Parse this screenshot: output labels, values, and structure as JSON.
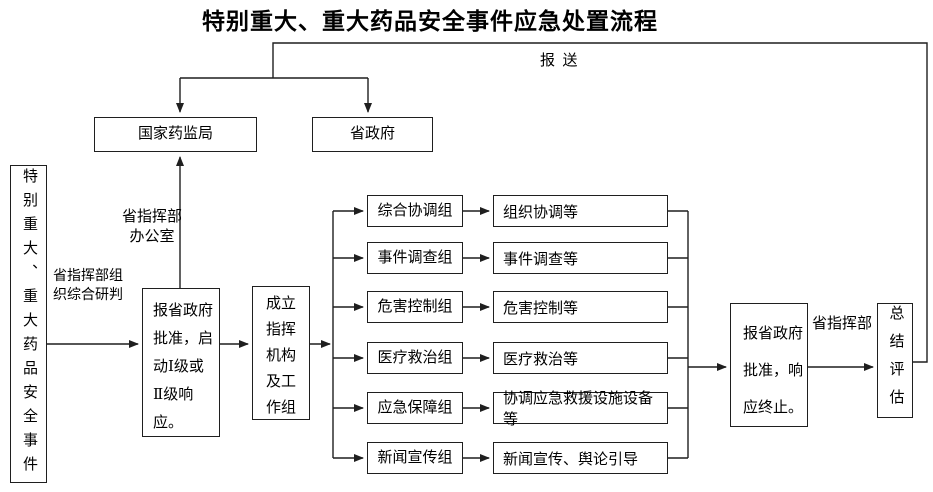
{
  "title": "特别重大、重大药品安全事件应急处置流程",
  "event_box": {
    "text": "特别重大、重大药品安全事件"
  },
  "report_label": "报  送",
  "top_boxes": {
    "nmpa": "国家药监局",
    "gov": "省政府"
  },
  "office_label": {
    "line1": "省指挥部",
    "line2": "办公室"
  },
  "research_label": {
    "line1": "省指挥部组",
    "line2": "织综合研判"
  },
  "start_box": {
    "lines": [
      "报省政府",
      "批准，启",
      "动Ⅰ级或",
      "Ⅱ级响",
      "应。"
    ]
  },
  "setup_box": {
    "lines": [
      "成立",
      "指挥",
      "机构",
      "及工",
      "作组"
    ]
  },
  "groups": [
    {
      "name": "综合协调组",
      "duty": "组织协调等"
    },
    {
      "name": "事件调查组",
      "duty": "事件调查等"
    },
    {
      "name": "危害控制组",
      "duty": "危害控制等"
    },
    {
      "name": "医疗救治组",
      "duty": "医疗救治等"
    },
    {
      "name": "应急保障组",
      "duty": "协调应急救援设施设备等"
    },
    {
      "name": "新闻宣传组",
      "duty": "新闻宣传、舆论引导"
    }
  ],
  "end_box": {
    "lines": [
      "报省政府",
      "批准，响",
      "应终止。"
    ]
  },
  "hq_label": "省指挥部",
  "summary_box": {
    "text": "总结评估"
  },
  "colors": {
    "line": "#1f1f1f",
    "background": "#ffffff",
    "text": "#000000"
  }
}
